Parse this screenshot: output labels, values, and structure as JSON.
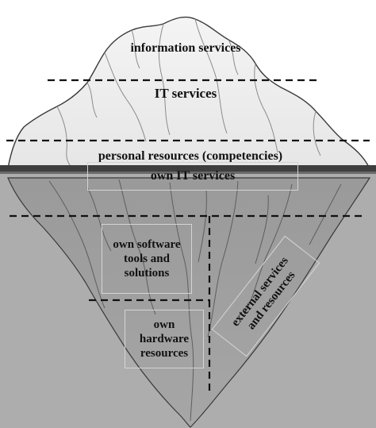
{
  "diagram": {
    "layers": {
      "information_services": "information services",
      "it_services": "IT services",
      "personal_resources": "personal resources (competencies)",
      "own_it_services": "own IT services",
      "own_software": "own software\ntools and\nsolutions",
      "own_hardware": "own\nhardware\nresources",
      "external": "external services\nand resources"
    }
  }
}
